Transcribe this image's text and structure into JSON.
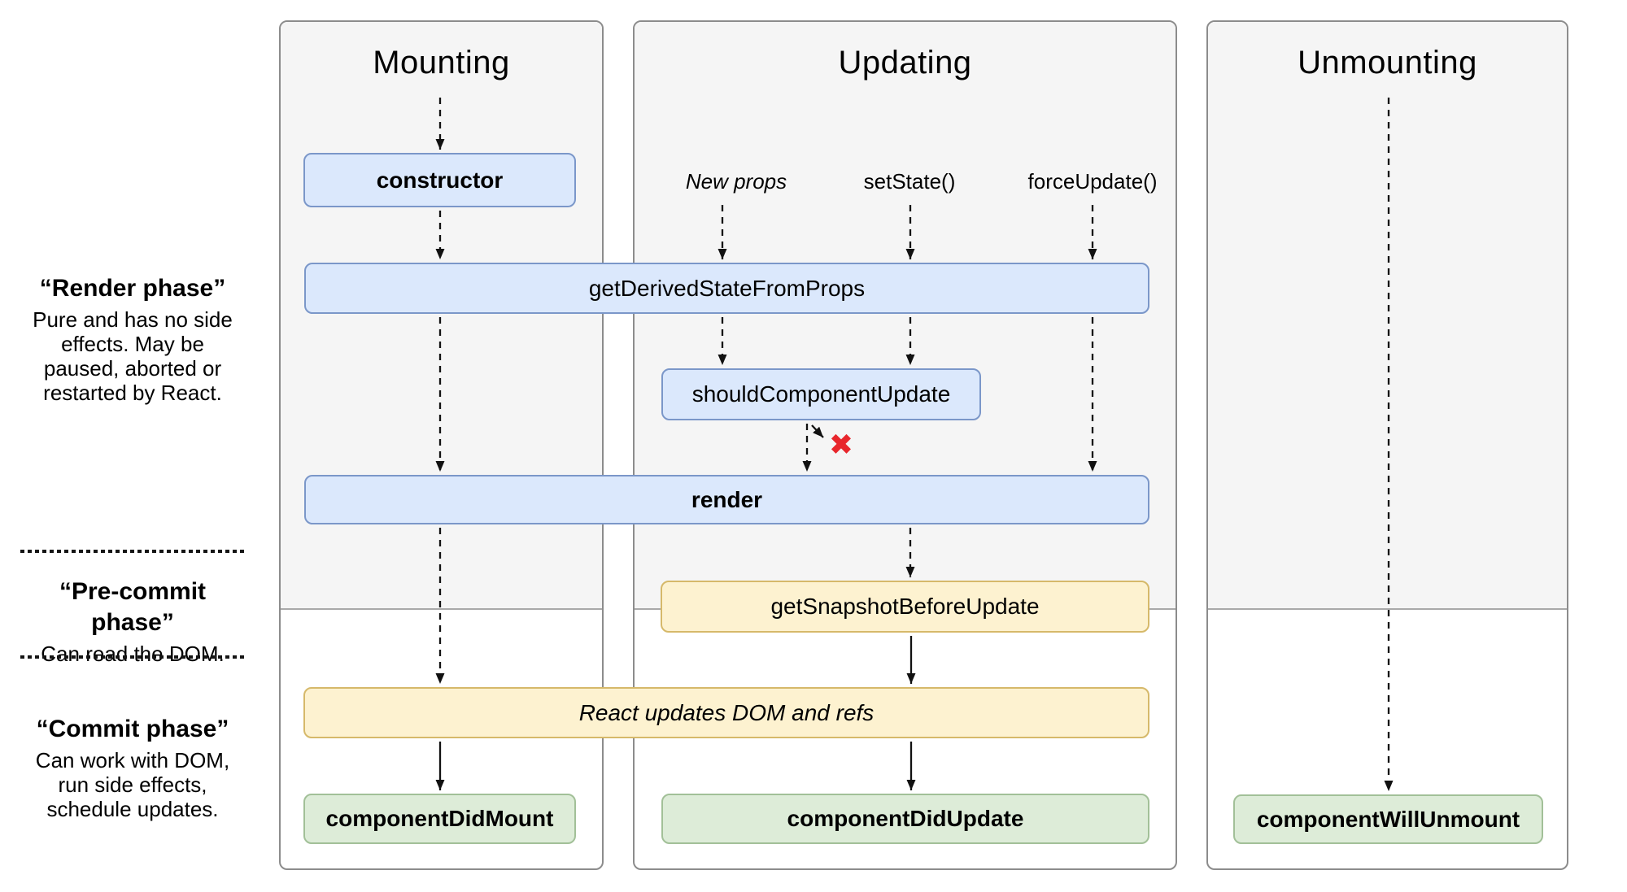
{
  "colors": {
    "blue_fill": "#dbe8fc",
    "blue_border": "#7b97c9",
    "yellow_fill": "#fdf2d0",
    "yellow_border": "#d6b96a",
    "green_fill": "#ddecd8",
    "green_border": "#a2c098",
    "panel_grey": "#f5f5f5",
    "panel_border": "#8c8c8c",
    "split_line": "#a9a9a9",
    "ink": "#111111",
    "blocked_red": "#e8262c"
  },
  "columns": [
    {
      "id": "mounting",
      "title": "Mounting"
    },
    {
      "id": "updating",
      "title": "Updating"
    },
    {
      "id": "unmounting",
      "title": "Unmounting"
    }
  ],
  "phases": {
    "render": {
      "title": "“Render phase”",
      "lines": [
        "Pure and has no side",
        "effects. May be",
        "paused, aborted or",
        "restarted by React."
      ]
    },
    "pre_commit": {
      "title": "“Pre-commit phase”",
      "lines": [
        "Can read the DOM."
      ]
    },
    "commit": {
      "title": "“Commit phase”",
      "lines": [
        "Can work with DOM,",
        "run side effects,",
        "schedule updates."
      ]
    }
  },
  "triggers": {
    "new_props": "New props",
    "set_state": "setState()",
    "force_update": "forceUpdate()"
  },
  "boxes": {
    "constructor": "constructor",
    "get_derived": "getDerivedStateFromProps",
    "should_update": "shouldComponentUpdate",
    "render": "render",
    "get_snapshot": "getSnapshotBeforeUpdate",
    "react_updates": "React updates DOM and refs",
    "did_mount": "componentDidMount",
    "did_update": "componentDidUpdate",
    "will_unmount": "componentWillUnmount"
  },
  "icons": {
    "blocked": "✖"
  }
}
